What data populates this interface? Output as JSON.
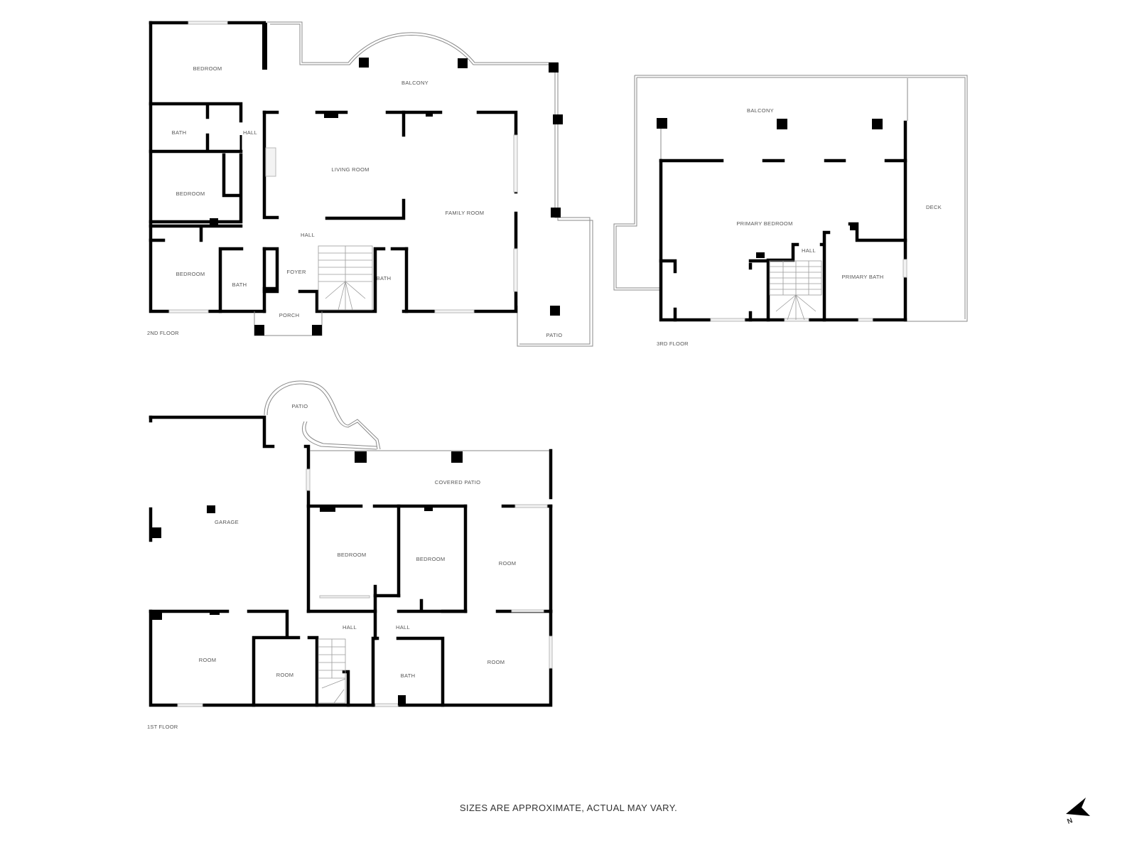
{
  "floors": {
    "second": {
      "label": "2ND FLOOR",
      "rooms": {
        "bedroom_top": "BEDROOM",
        "balcony": "BALCONY",
        "bath_left": "BATH",
        "hall_left": "HALL",
        "living_room": "LIVING ROOM",
        "bedroom_mid": "BEDROOM",
        "family_room": "FAMILY ROOM",
        "hall_center": "HALL",
        "bedroom_bottom": "BEDROOM",
        "bath_bottom": "BATH",
        "foyer": "FOYER",
        "bath_stairs": "BATH",
        "porch": "PORCH",
        "patio": "PATIO"
      }
    },
    "third": {
      "label": "3RD FLOOR",
      "rooms": {
        "balcony": "BALCONY",
        "deck": "DECK",
        "primary_bedroom": "PRIMARY BEDROOM",
        "hall": "HALL",
        "primary_bath": "PRIMARY BATH"
      }
    },
    "first": {
      "label": "1ST FLOOR",
      "rooms": {
        "patio": "PATIO",
        "covered_patio": "COVERED PATIO",
        "garage": "GARAGE",
        "bedroom_1": "BEDROOM",
        "bedroom_2": "BEDROOM",
        "room_right_top": "ROOM",
        "hall_1": "HALL",
        "hall_2": "HALL",
        "room_left": "ROOM",
        "room_small": "ROOM",
        "bath": "BATH",
        "room_right_bottom": "ROOM"
      }
    }
  },
  "footer": {
    "disclaimer": "SIZES ARE APPROXIMATE, ACTUAL MAY VARY.",
    "compass_label": "N",
    "compass_icon": "north-arrow-icon"
  }
}
